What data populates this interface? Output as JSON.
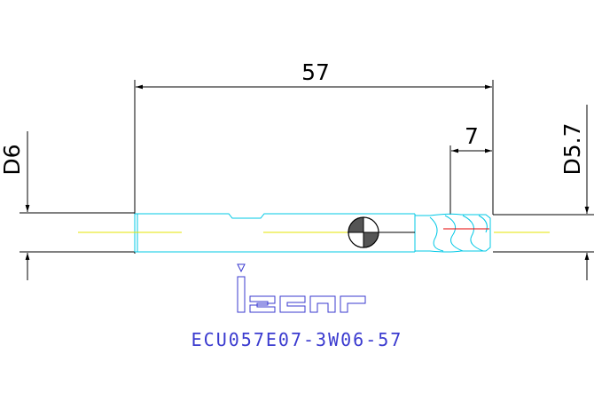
{
  "dimensions": {
    "overall_length": "57",
    "cutting_length": "7",
    "shank_diameter": "D6",
    "cutting_diameter": "D5.7"
  },
  "brand": {
    "logo_text": "iscar"
  },
  "part_number": "ECU057E07-3W06-57",
  "colors": {
    "outline": "#000000",
    "tool_body": "#00c8e6",
    "centerline": "#e6e600",
    "logo": "#3a3acf",
    "part_number": "#3a3acf",
    "cutting_edge": "#e60000"
  }
}
